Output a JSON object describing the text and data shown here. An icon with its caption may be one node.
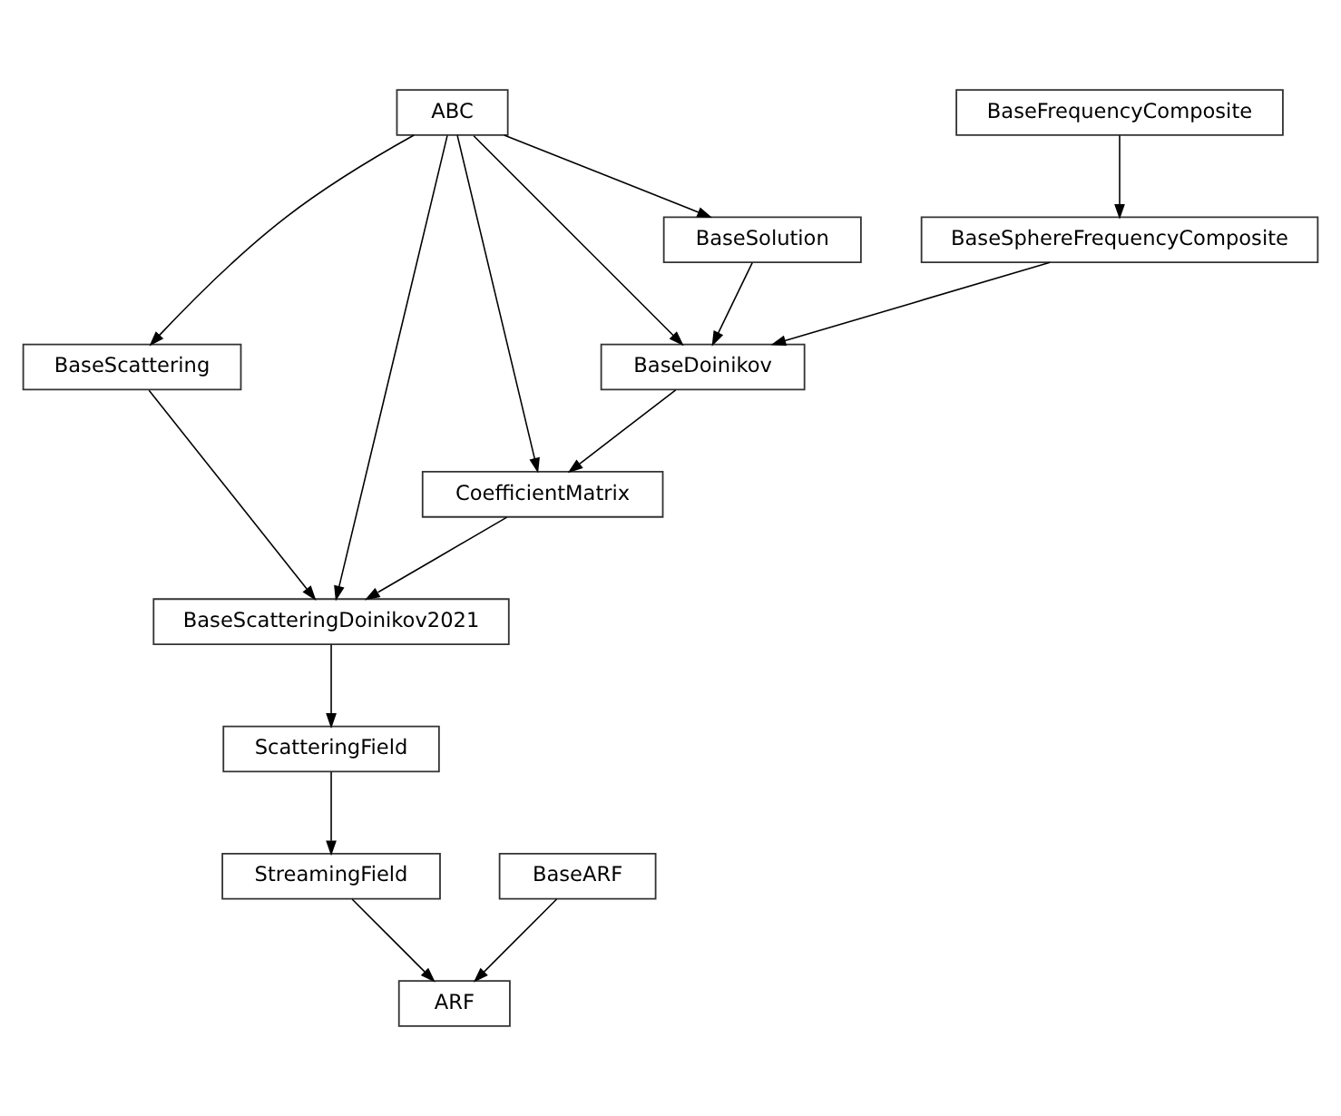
{
  "diagram": {
    "nodes": [
      {
        "text": [
          "ABC"
        ]
      },
      {
        "text": [
          "BaseFrequencyComposite"
        ]
      },
      {
        "text": [
          "BaseSolution"
        ]
      },
      {
        "text": [
          "BaseSphereFrequencyComposite"
        ]
      },
      {
        "text": [
          "BaseScattering"
        ]
      },
      {
        "text": [
          "BaseDoinikov"
        ]
      },
      {
        "text": [
          "CoefficientMatrix"
        ]
      },
      {
        "text": [
          "BaseScatteringDoinikov2021"
        ]
      },
      {
        "text": [
          "ScatteringField"
        ]
      },
      {
        "text": [
          "StreamingField"
        ]
      },
      {
        "text": [
          "BaseARF"
        ]
      },
      {
        "text": [
          "ARF"
        ]
      }
    ],
    "edges": [
      {
        "from": 0,
        "to": 4,
        "arrow": "to"
      },
      {
        "from": 0,
        "to": 7,
        "arrow": "to"
      },
      {
        "from": 0,
        "to": 6,
        "arrow": "to"
      },
      {
        "from": 0,
        "to": 2,
        "arrow": "to"
      },
      {
        "from": 0,
        "to": 5,
        "arrow": "to"
      },
      {
        "from": 1,
        "to": 3,
        "arrow": "to"
      },
      {
        "from": 3,
        "to": 5,
        "arrow": "to"
      },
      {
        "from": 2,
        "to": 5,
        "arrow": "to"
      },
      {
        "from": 4,
        "to": 7,
        "arrow": "to"
      },
      {
        "from": 5,
        "to": 6,
        "arrow": "to"
      },
      {
        "from": 6,
        "to": 7,
        "arrow": "to"
      },
      {
        "from": 7,
        "to": 8,
        "arrow": "to"
      },
      {
        "from": 8,
        "to": 9,
        "arrow": "to"
      },
      {
        "from": 9,
        "to": 11,
        "arrow": "to"
      },
      {
        "from": 10,
        "to": 11,
        "arrow": "to"
      }
    ]
  }
}
